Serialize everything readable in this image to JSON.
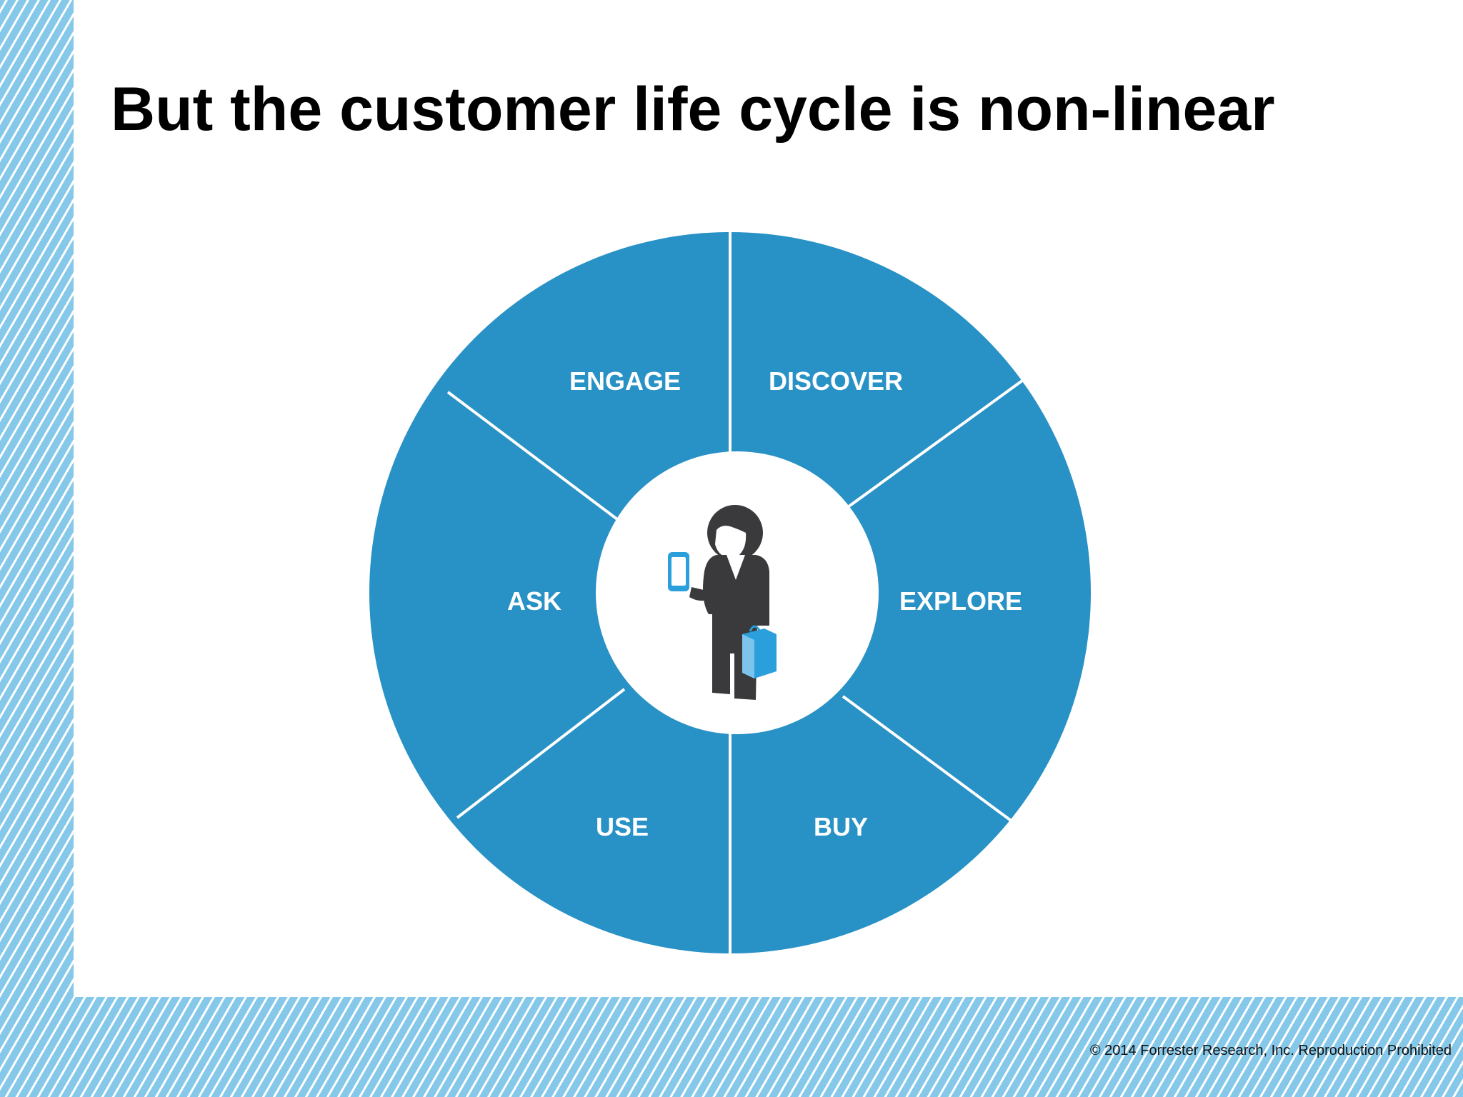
{
  "slide": {
    "title": "But the customer life cycle is non-linear",
    "copyright": "© 2014 Forrester Research, Inc. Reproduction Prohibited"
  },
  "diagram": {
    "segments": [
      {
        "label": "DISCOVER"
      },
      {
        "label": "EXPLORE"
      },
      {
        "label": "BUY"
      },
      {
        "label": "USE"
      },
      {
        "label": "ASK"
      },
      {
        "label": "ENGAGE"
      }
    ],
    "center_icon": "customer-with-phone-and-shopping-bag-icon"
  },
  "colors": {
    "wheel": "#2891c5",
    "center": "#ffffff",
    "figure": "#3a3a3c",
    "accent": "#2b9fdb",
    "background_stripe": "#86c8e9"
  }
}
